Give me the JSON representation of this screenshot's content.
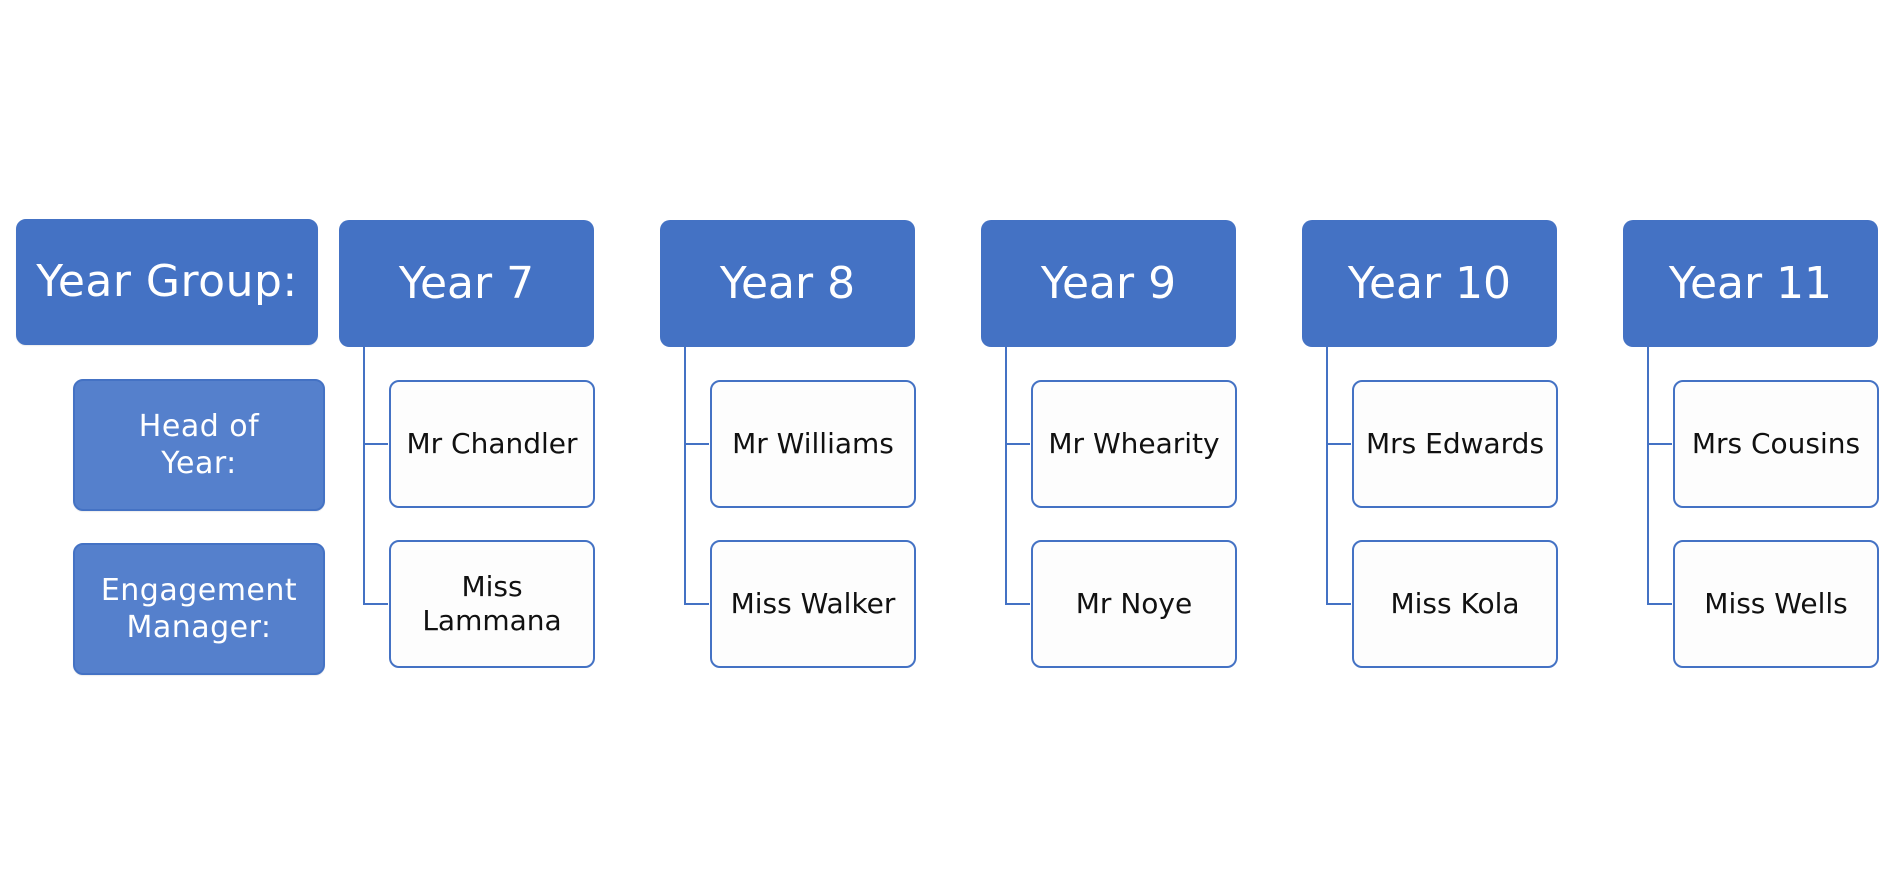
{
  "labels": {
    "year_group": "Year Group:",
    "head_of_year": "Head of\nYear:",
    "engagement_manager": "Engagement\nManager:"
  },
  "years": [
    {
      "name": "Year 7",
      "head": "Mr Chandler",
      "engagement": "Miss\nLammana"
    },
    {
      "name": "Year 8",
      "head": "Mr Williams",
      "engagement": "Miss Walker"
    },
    {
      "name": "Year 9",
      "head": "Mr Whearity",
      "engagement": "Mr Noye"
    },
    {
      "name": "Year 10",
      "head": "Mrs Edwards",
      "engagement": "Miss Kola"
    },
    {
      "name": "Year 11",
      "head": "Mrs Cousins",
      "engagement": "Miss Wells"
    }
  ],
  "colors": {
    "header_blue": "#4472c4",
    "label_blue": "#5580cc",
    "box_fill": "#fdfdfd",
    "text_dark": "#111111",
    "text_light": "#ffffff"
  }
}
